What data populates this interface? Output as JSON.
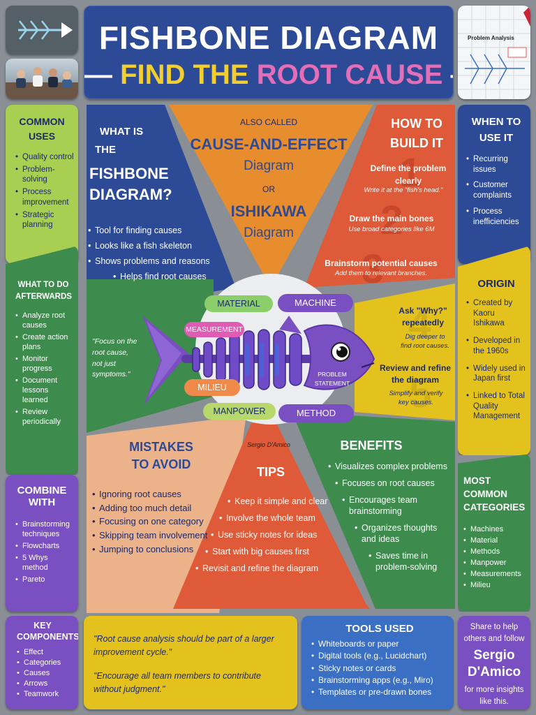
{
  "colors": {
    "background": "#8a8f96",
    "navy": "#2d4a96",
    "orange": "#e88d2d",
    "red": "#df5a38",
    "green": "#3e8b4e",
    "purple": "#7a4fc1",
    "yellow": "#e4c21e",
    "lime": "#a8cf52",
    "peach": "#ecb28a",
    "blue": "#3a6fc4"
  },
  "title": {
    "line1": "FISHBONE DIAGRAM",
    "dash_left": "—",
    "part_a": "FIND THE",
    "part_b": "ROOT CAUSE",
    "dash_right": "—"
  },
  "thumb_right": {
    "caption": "Problem Analysis"
  },
  "common_uses": {
    "heading": "COMMON USES",
    "items": [
      "Quality control",
      "Problem-solving",
      "Process improvement",
      "Strategic planning"
    ]
  },
  "what_is": {
    "heading1": "WHAT IS",
    "heading2": "THE",
    "heading3": "FISHBONE",
    "heading4": "DIAGRAM?",
    "items": [
      "Tool for finding causes",
      "Looks like a fish skeleton",
      "Shows problems and reasons",
      "Helps find root causes"
    ]
  },
  "also_called": {
    "label": "ALSO CALLED",
    "name1": "CAUSE-AND-EFFECT",
    "word1": "Diagram",
    "or": "OR",
    "name2": "ISHIKAWA",
    "word2": "Diagram"
  },
  "how_to": {
    "heading1": "HOW TO",
    "heading2": "BUILD IT",
    "steps": [
      {
        "num": "1",
        "title": "Define the problem clearly",
        "desc": "Write it at the \"fish's head.\""
      },
      {
        "num": "2",
        "title": "Draw the main bones",
        "desc": "Use broad categories like 6M"
      },
      {
        "num": "3",
        "title": "Brainstorm potential causes",
        "desc": "Add them to relevant branches."
      }
    ]
  },
  "when_to": {
    "heading1": "WHEN TO",
    "heading2": "USE IT",
    "items": [
      "Recurring issues",
      "Customer complaints",
      "Process inefficiencies"
    ]
  },
  "afterwards": {
    "heading": "WHAT TO DO AFTERWARDS",
    "items": [
      "Analyze root causes",
      "Create action plans",
      "Monitor progress",
      "Document lessons learned",
      "Review periodically"
    ]
  },
  "quote_focus": "\"Focus on the root cause, not just symptoms.\"",
  "ask_why": {
    "num": "4",
    "title": "Ask \"Why?\" repeatedly",
    "desc": "Dig deeper to find root causes.",
    "num2": "5",
    "title2": "Review and refine the diagram",
    "desc2": "Simplify and verify key causes."
  },
  "origin": {
    "heading": "ORIGIN",
    "items": [
      "Created by Kaoru Ishikawa",
      "Developed in the 1960s",
      "Widely used in Japan first",
      "Linked to Total Quality Management"
    ]
  },
  "fish": {
    "labels": [
      "MATERIAL",
      "MACHINE",
      "MEASUREMENT",
      "MILIEU",
      "MANPOWER",
      "METHOD"
    ],
    "head_label": "PROBLEM STATEMENT",
    "signature": "Sergio D'Amico"
  },
  "mistakes": {
    "heading1": "MISTAKES",
    "heading2": "TO AVOID",
    "items": [
      "Ignoring root causes",
      "Adding too much detail",
      "Focusing on one category",
      "Skipping team involvement",
      "Jumping to conclusions"
    ]
  },
  "tips": {
    "heading": "TIPS",
    "items": [
      "Keep it simple and clear",
      "Involve the whole team",
      "Use sticky notes for ideas",
      "Start with big causes first",
      "Revisit and refine the diagram"
    ]
  },
  "benefits": {
    "heading": "BENEFITS",
    "items": [
      "Visualizes complex problems",
      "Focuses on root causes",
      "Encourages team brainstorming",
      "Organizes thoughts and ideas",
      "Saves time in problem-solving"
    ]
  },
  "combine": {
    "heading1": "COMBINE",
    "heading2": "WITH",
    "items": [
      "Brainstorming techniques",
      "Flowcharts",
      "5 Whys method",
      "Pareto"
    ]
  },
  "categories": {
    "heading": "MOST COMMON CATEGORIES",
    "items": [
      "Machines",
      "Material",
      "Methods",
      "Manpower",
      "Measurements",
      "Milieu"
    ]
  },
  "key_components": {
    "heading": "KEY COMPONENTS",
    "items": [
      "Effect",
      "Categories",
      "Causes",
      "Arrows",
      "Teamwork"
    ]
  },
  "quotes": {
    "q1": "\"Root cause analysis should be part of a larger improvement cycle.\"",
    "q2": "\"Encourage all team members to contribute without judgment.\""
  },
  "tools": {
    "heading": "TOOLS USED",
    "items": [
      "Whiteboards or paper",
      "Digital tools (e.g., Lucidchart)",
      "Sticky notes or cards",
      "Brainstorming apps (e.g., Miro)",
      "Templates or pre-drawn bones"
    ]
  },
  "share": {
    "line1": "Share to help others and follow",
    "name1": "Sergio",
    "name2": "D'Amico",
    "line2": "for more insights like this."
  }
}
